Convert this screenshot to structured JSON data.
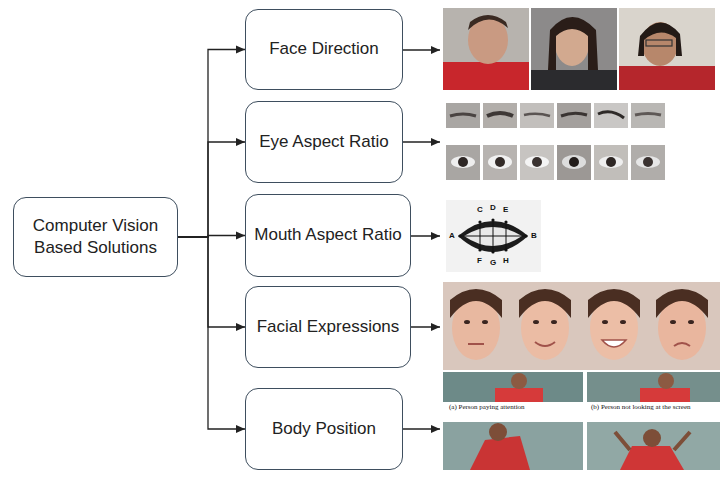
{
  "diagram": {
    "nodes": [
      {
        "text": [
          "Computer Vision Based Solutions"
        ]
      },
      {
        "text": [
          "Face Direction"
        ]
      },
      {
        "text": [
          "Eye Aspect Ratio"
        ]
      },
      {
        "text": [
          "Mouth Aspect Ratio"
        ]
      },
      {
        "text": [
          "Facial Expressions"
        ]
      },
      {
        "text": [
          "Body Position"
        ]
      }
    ],
    "edges": [
      {
        "from": 0,
        "to": 1,
        "arrow": "to"
      },
      {
        "from": 0,
        "to": 2,
        "arrow": "to"
      },
      {
        "from": 0,
        "to": 3,
        "arrow": "to"
      },
      {
        "from": 0,
        "to": 4,
        "arrow": "to"
      },
      {
        "from": 0,
        "to": 5,
        "arrow": "to"
      }
    ],
    "labels": [
      "A",
      "B",
      "C",
      "D",
      "E",
      "F",
      "G",
      "H",
      "(a) Person paying attention",
      "(b) Person not looking at the screen"
    ]
  }
}
